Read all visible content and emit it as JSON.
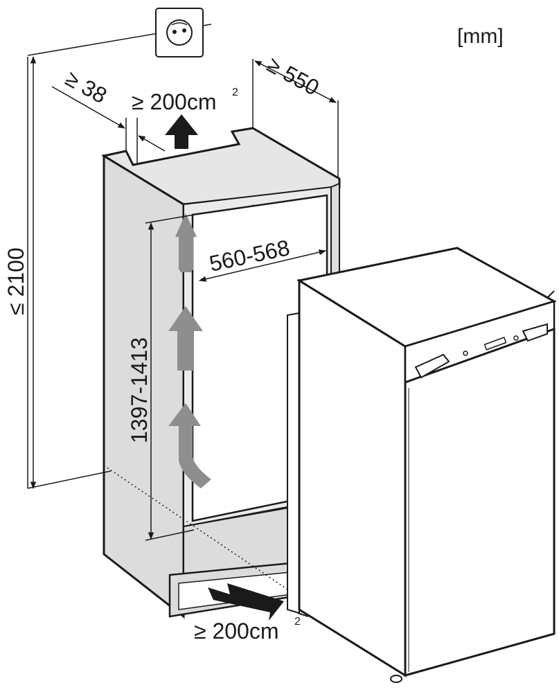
{
  "units_label": "[mm]",
  "dimensions": {
    "max_height": "≤ 2100",
    "min_depth": "≥ 550",
    "min_gap_top": "≥ 38",
    "niche_height": "1397-1413",
    "niche_width": "560-568"
  },
  "ventilation": {
    "top": {
      "sign": "≥ 200cm",
      "sup": "2"
    },
    "bottom": {
      "sign": "≥ 200cm",
      "sup": "2"
    }
  },
  "colors": {
    "line": "#1a1a1a",
    "cabinet_side": "#dcdcdc",
    "cabinet_top": "#e6e6e6",
    "cabinet_back": "#ebebeb",
    "airflow_arrow": "#8e8e8e",
    "appliance": "#ffffff"
  },
  "icons": [
    "wall-socket-icon",
    "arrow-up-icon",
    "arrow-right-icon",
    "airflow-arrow-icon"
  ]
}
